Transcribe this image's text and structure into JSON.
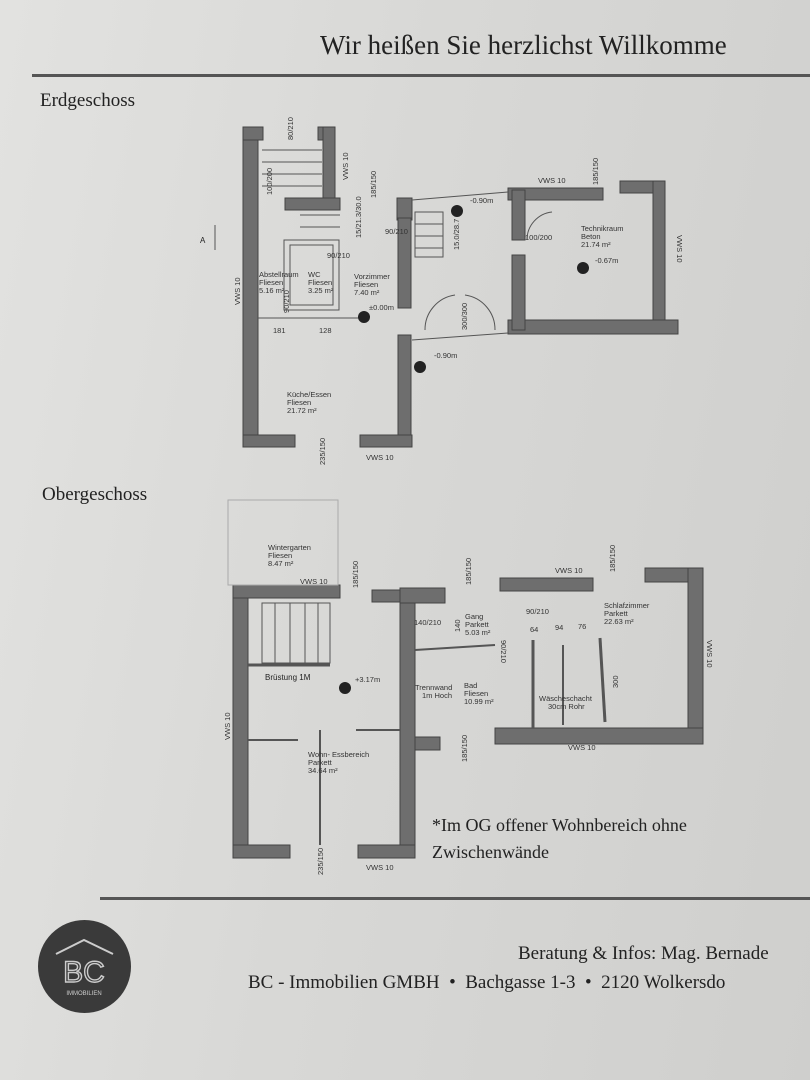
{
  "header": {
    "title": "Wir heißen Sie herzlichst Willkomme"
  },
  "floors": {
    "ground": {
      "title": "Erdgeschoss",
      "section_marker": "A",
      "rooms": [
        {
          "name": "Abstellraum",
          "floor": "Fliesen",
          "area": "5.16 m²"
        },
        {
          "name": "WC",
          "floor": "Fliesen",
          "area": "3.25 m²"
        },
        {
          "name": "Vorzimmer",
          "floor": "Fliesen",
          "area": "7.40 m²"
        },
        {
          "name": "Küche/Essen",
          "floor": "Fliesen",
          "area": "21.72 m²"
        },
        {
          "name": "Technikraum",
          "floor": "Beton",
          "area": "21.74 m²"
        }
      ],
      "levels": [
        "±0.00m",
        "-0.90m",
        "-0.90m",
        "-0.67m"
      ],
      "walls": [
        "VWS 10",
        "VWS 10",
        "VWS 10",
        "VWS 10",
        "VWS 10"
      ],
      "dimensions": [
        "80/210",
        "100/200",
        "185/150",
        "15/21.3/30.0",
        "90/210",
        "90/210",
        "90/210",
        "181",
        "128",
        "15.0/28.7",
        "100/200",
        "185/150",
        "300/300",
        "235/150"
      ]
    },
    "upper": {
      "title": "Obergeschoss",
      "rooms": [
        {
          "name": "Wintergarten",
          "floor": "Fliesen",
          "area": "8.47 m²"
        },
        {
          "name": "Brüstung 1M",
          "floor": "",
          "area": ""
        },
        {
          "name": "Wohn- Essbereich",
          "floor": "Parkett",
          "area": "34.64 m²"
        },
        {
          "name": "Gang",
          "floor": "Parkett",
          "area": "5.03 m²"
        },
        {
          "name": "Trennwand",
          "floor": "1m Hoch",
          "area": ""
        },
        {
          "name": "Bad",
          "floor": "Fliesen",
          "area": "10.99 m²"
        },
        {
          "name": "Wäscheschacht",
          "floor": "30cm Rohr",
          "area": ""
        },
        {
          "name": "Schlafzimmer",
          "floor": "Parkett",
          "area": "22.63 m²"
        }
      ],
      "levels": [
        "+3.17m"
      ],
      "walls": [
        "VWS 10",
        "VWS 10",
        "VWS 10",
        "VWS 10",
        "VWS 10",
        "VWS 10"
      ],
      "dimensions": [
        "185/150",
        "185/150",
        "185/150",
        "140/210",
        "140",
        "90/210",
        "90/210",
        "64",
        "94",
        "76",
        "300",
        "185/150",
        "235/150"
      ]
    }
  },
  "note": "*Im OG offener Wohnbereich ohne\nZwischenwände",
  "footer": {
    "logo": {
      "letters": "BC",
      "subtitle": "IMMOBILIEN"
    },
    "line1": "Beratung & Infos: Mag. Bernade",
    "line2": "BC - Immobilien GMBH  •  Bachgasse 1-3  •  2120 Wolkersdo"
  },
  "colors": {
    "wall": "#6e6e6e",
    "paper": "#dcdcda",
    "text": "#222222"
  }
}
